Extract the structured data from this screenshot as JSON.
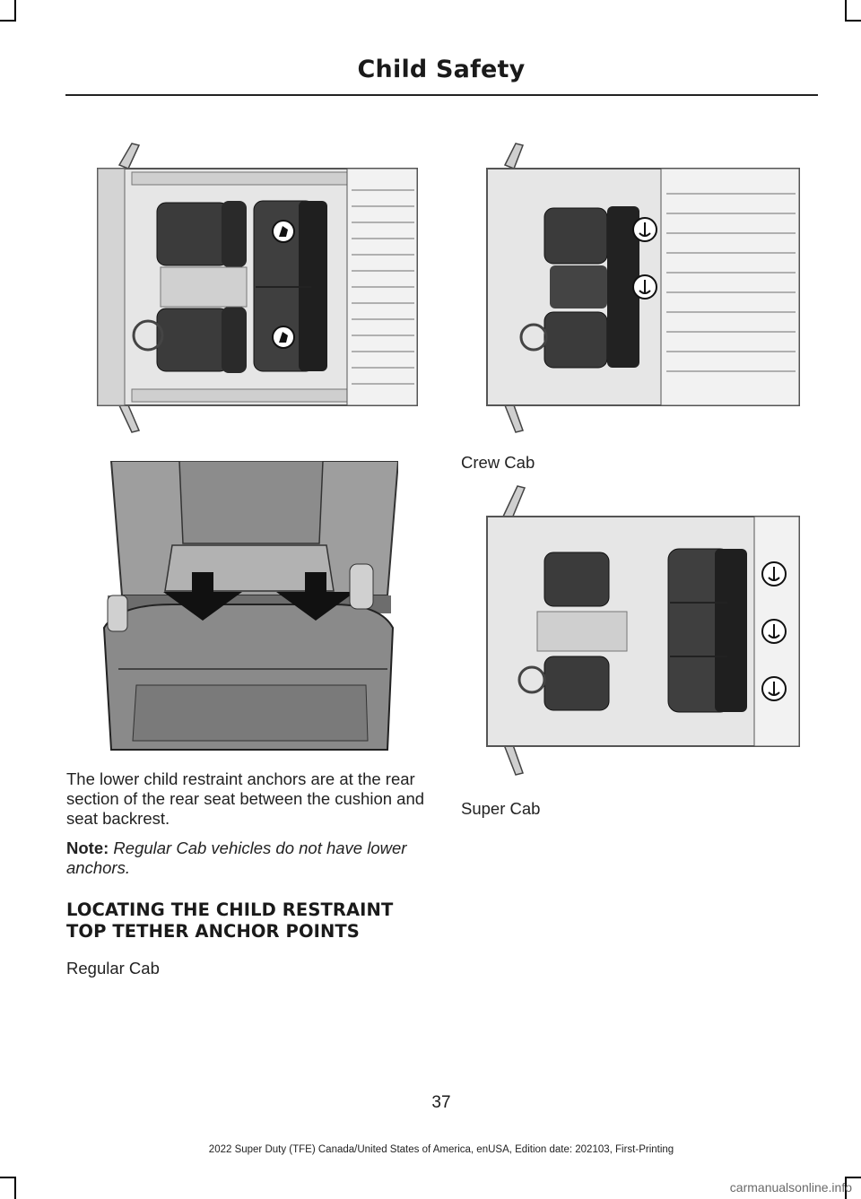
{
  "header": {
    "title": "Child Safety"
  },
  "figures": {
    "regular_cab_lower": {
      "icon": "child-seat-icon"
    },
    "crew_cab": {
      "caption": "Crew Cab",
      "icon": "anchor-icon"
    },
    "seat_closeup": {
      "icon": "down-arrow-icon"
    },
    "super_cab": {
      "caption": "Super Cab",
      "icon": "anchor-icon"
    }
  },
  "content": {
    "lower_anchor_paragraph": "The lower child restraint anchors are at the rear section of the rear seat between the cushion and seat backrest.",
    "note_label": "Note:",
    "note_text": "Regular Cab vehicles do not have lower anchors.",
    "section_heading": "LOCATING THE CHILD RESTRAINT TOP TETHER ANCHOR POINTS",
    "regular_cab_label": "Regular Cab"
  },
  "footer": {
    "page_number": "37",
    "edition": "2022 Super Duty (TFE) Canada/United States of America, enUSA, Edition date: 202103, First-Printing",
    "watermark": "carmanualsonline.info"
  }
}
